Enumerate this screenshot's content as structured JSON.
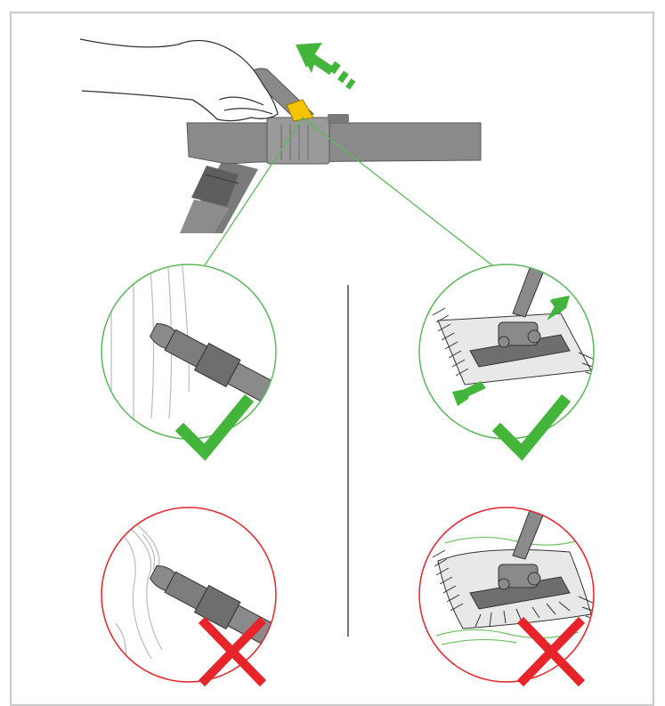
{
  "illustration": {
    "colors": {
      "frame": "#c9c9c9",
      "good": "#5cb85c",
      "good_check": "#44b53b",
      "bad": "#e6242a",
      "tool_body": "#8a8a8a",
      "tool_dark": "#6e6e6e",
      "tool_light": "#a8a8a8",
      "trigger": "#f4c400",
      "divider": "#2b2b2b",
      "carpet": "#e8e8e8",
      "wavy": "#6cc25f"
    },
    "panels": [
      {
        "subject": "curtain",
        "verdict": "correct",
        "mark_icon": "check-icon"
      },
      {
        "subject": "carpet",
        "verdict": "correct",
        "mark_icon": "check-icon"
      },
      {
        "subject": "curtain",
        "verdict": "incorrect",
        "mark_icon": "cross-icon"
      },
      {
        "subject": "carpet",
        "verdict": "incorrect",
        "mark_icon": "cross-icon"
      }
    ]
  }
}
